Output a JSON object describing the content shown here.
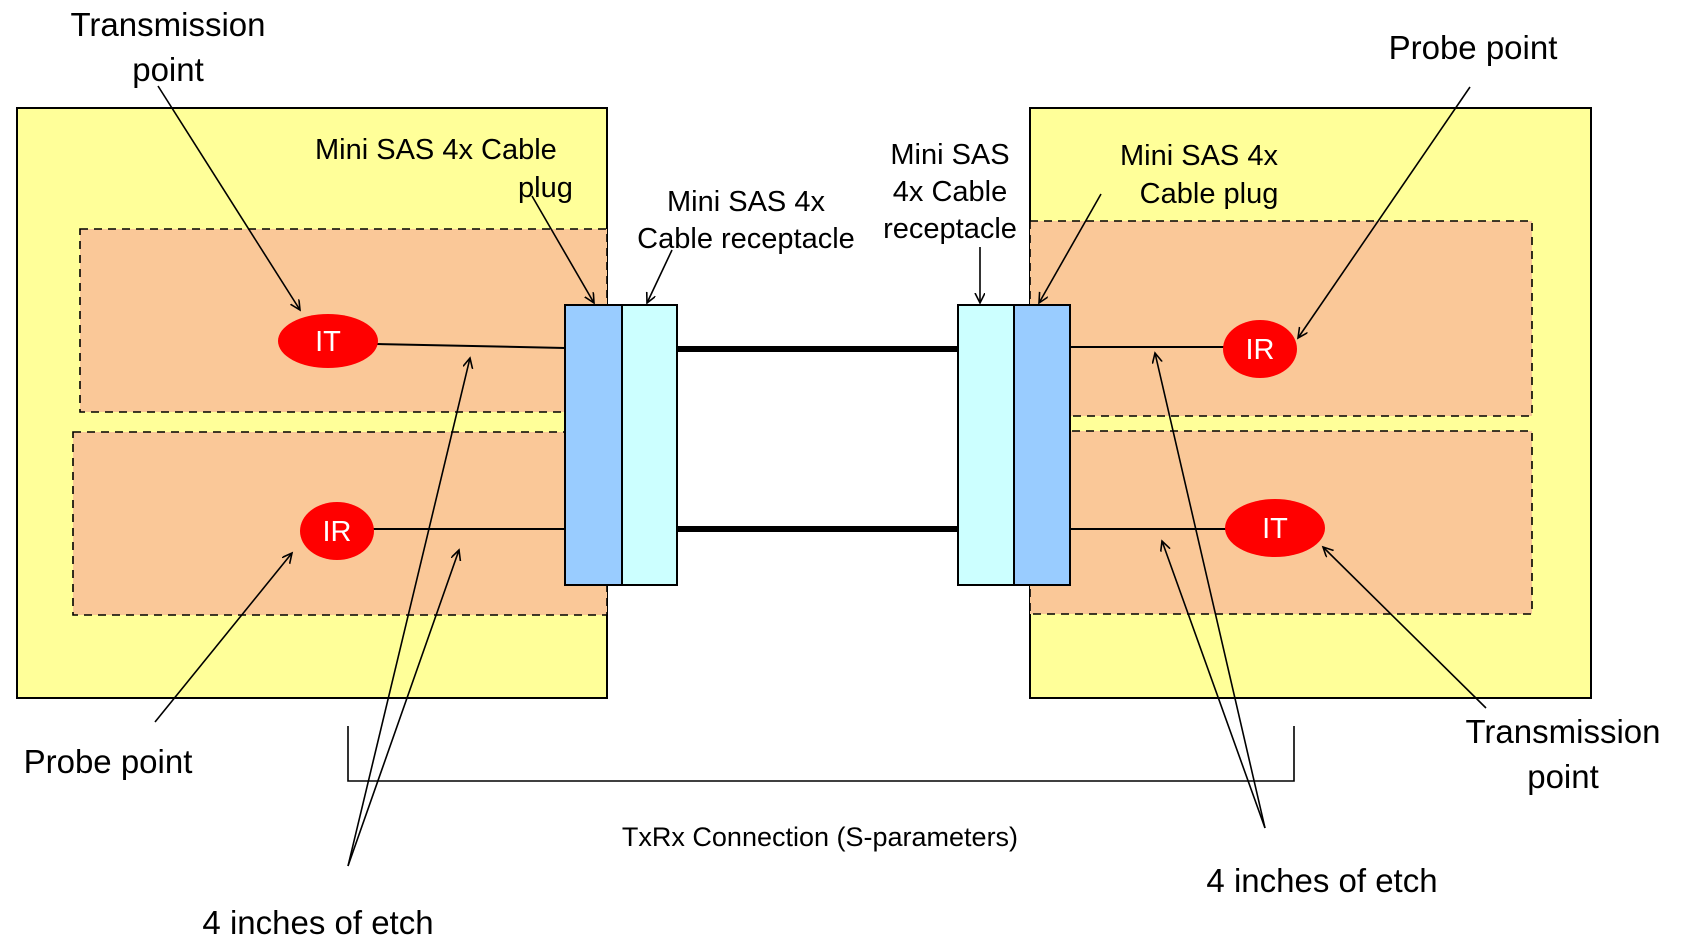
{
  "labels": {
    "transmission_point": "Transmission",
    "transmission_point_2": "point",
    "probe_point": "Probe point",
    "left_plug_1": "Mini SAS 4x Cable",
    "left_plug_2": "plug",
    "left_receptacle_1": "Mini SAS 4x",
    "left_receptacle_2": "Cable receptacle",
    "right_receptacle_1": "Mini SAS",
    "right_receptacle_2": "4x Cable",
    "right_receptacle_3": "receptacle",
    "right_plug_1": "Mini SAS 4x",
    "right_plug_2": "Cable plug",
    "etch": "4 inches of etch",
    "connection": "TxRx Connection (S-parameters)"
  },
  "nodes": {
    "it": "IT",
    "ir": "IR"
  },
  "colors": {
    "board": "#ffff99",
    "lane": "#fac898",
    "plug": "#99ccff",
    "receptacle": "#ccffff",
    "node": "#ff0000",
    "node_text": "#ffffff",
    "line": "#000000"
  }
}
